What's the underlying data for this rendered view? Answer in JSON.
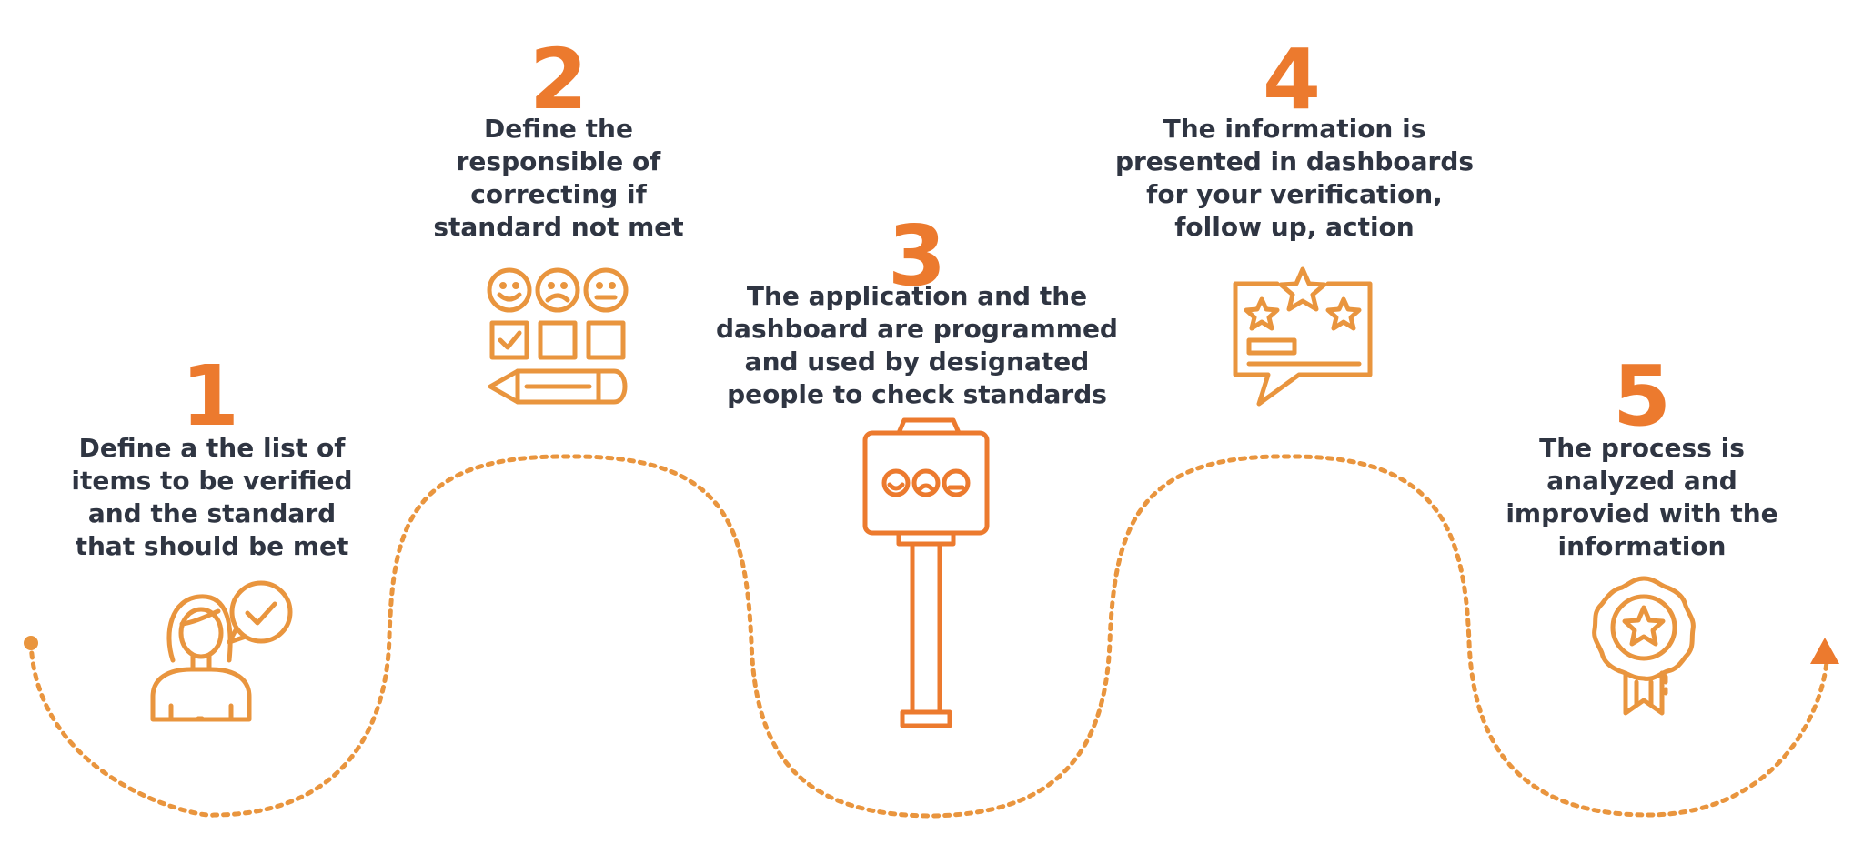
{
  "colors": {
    "accent": "#ec7a2e",
    "accent_light": "#e9953e",
    "text": "#2f3542"
  },
  "steps": [
    {
      "number": "1",
      "lines": [
        "Define a the list of",
        "items to be verified",
        "and the standard",
        "that should be met"
      ],
      "icon": "person-checkmark-icon"
    },
    {
      "number": "2",
      "lines": [
        "Define the",
        "responsible of",
        "correcting if",
        "standard not met"
      ],
      "icon": "feedback-survey-pencil-icon"
    },
    {
      "number": "3",
      "lines": [
        "The application and the",
        "dashboard are programmed",
        "and used by designated",
        "people to check standards"
      ],
      "icon": "feedback-sign-post-icon"
    },
    {
      "number": "4",
      "lines": [
        "The information is",
        "presented in dashboards",
        "for your verification,",
        "follow up, action"
      ],
      "icon": "star-rating-speech-bubble-icon"
    },
    {
      "number": "5",
      "lines": [
        "The process is",
        "analyzed and",
        "improvied with the",
        "information"
      ],
      "icon": "award-rosette-icon"
    }
  ]
}
